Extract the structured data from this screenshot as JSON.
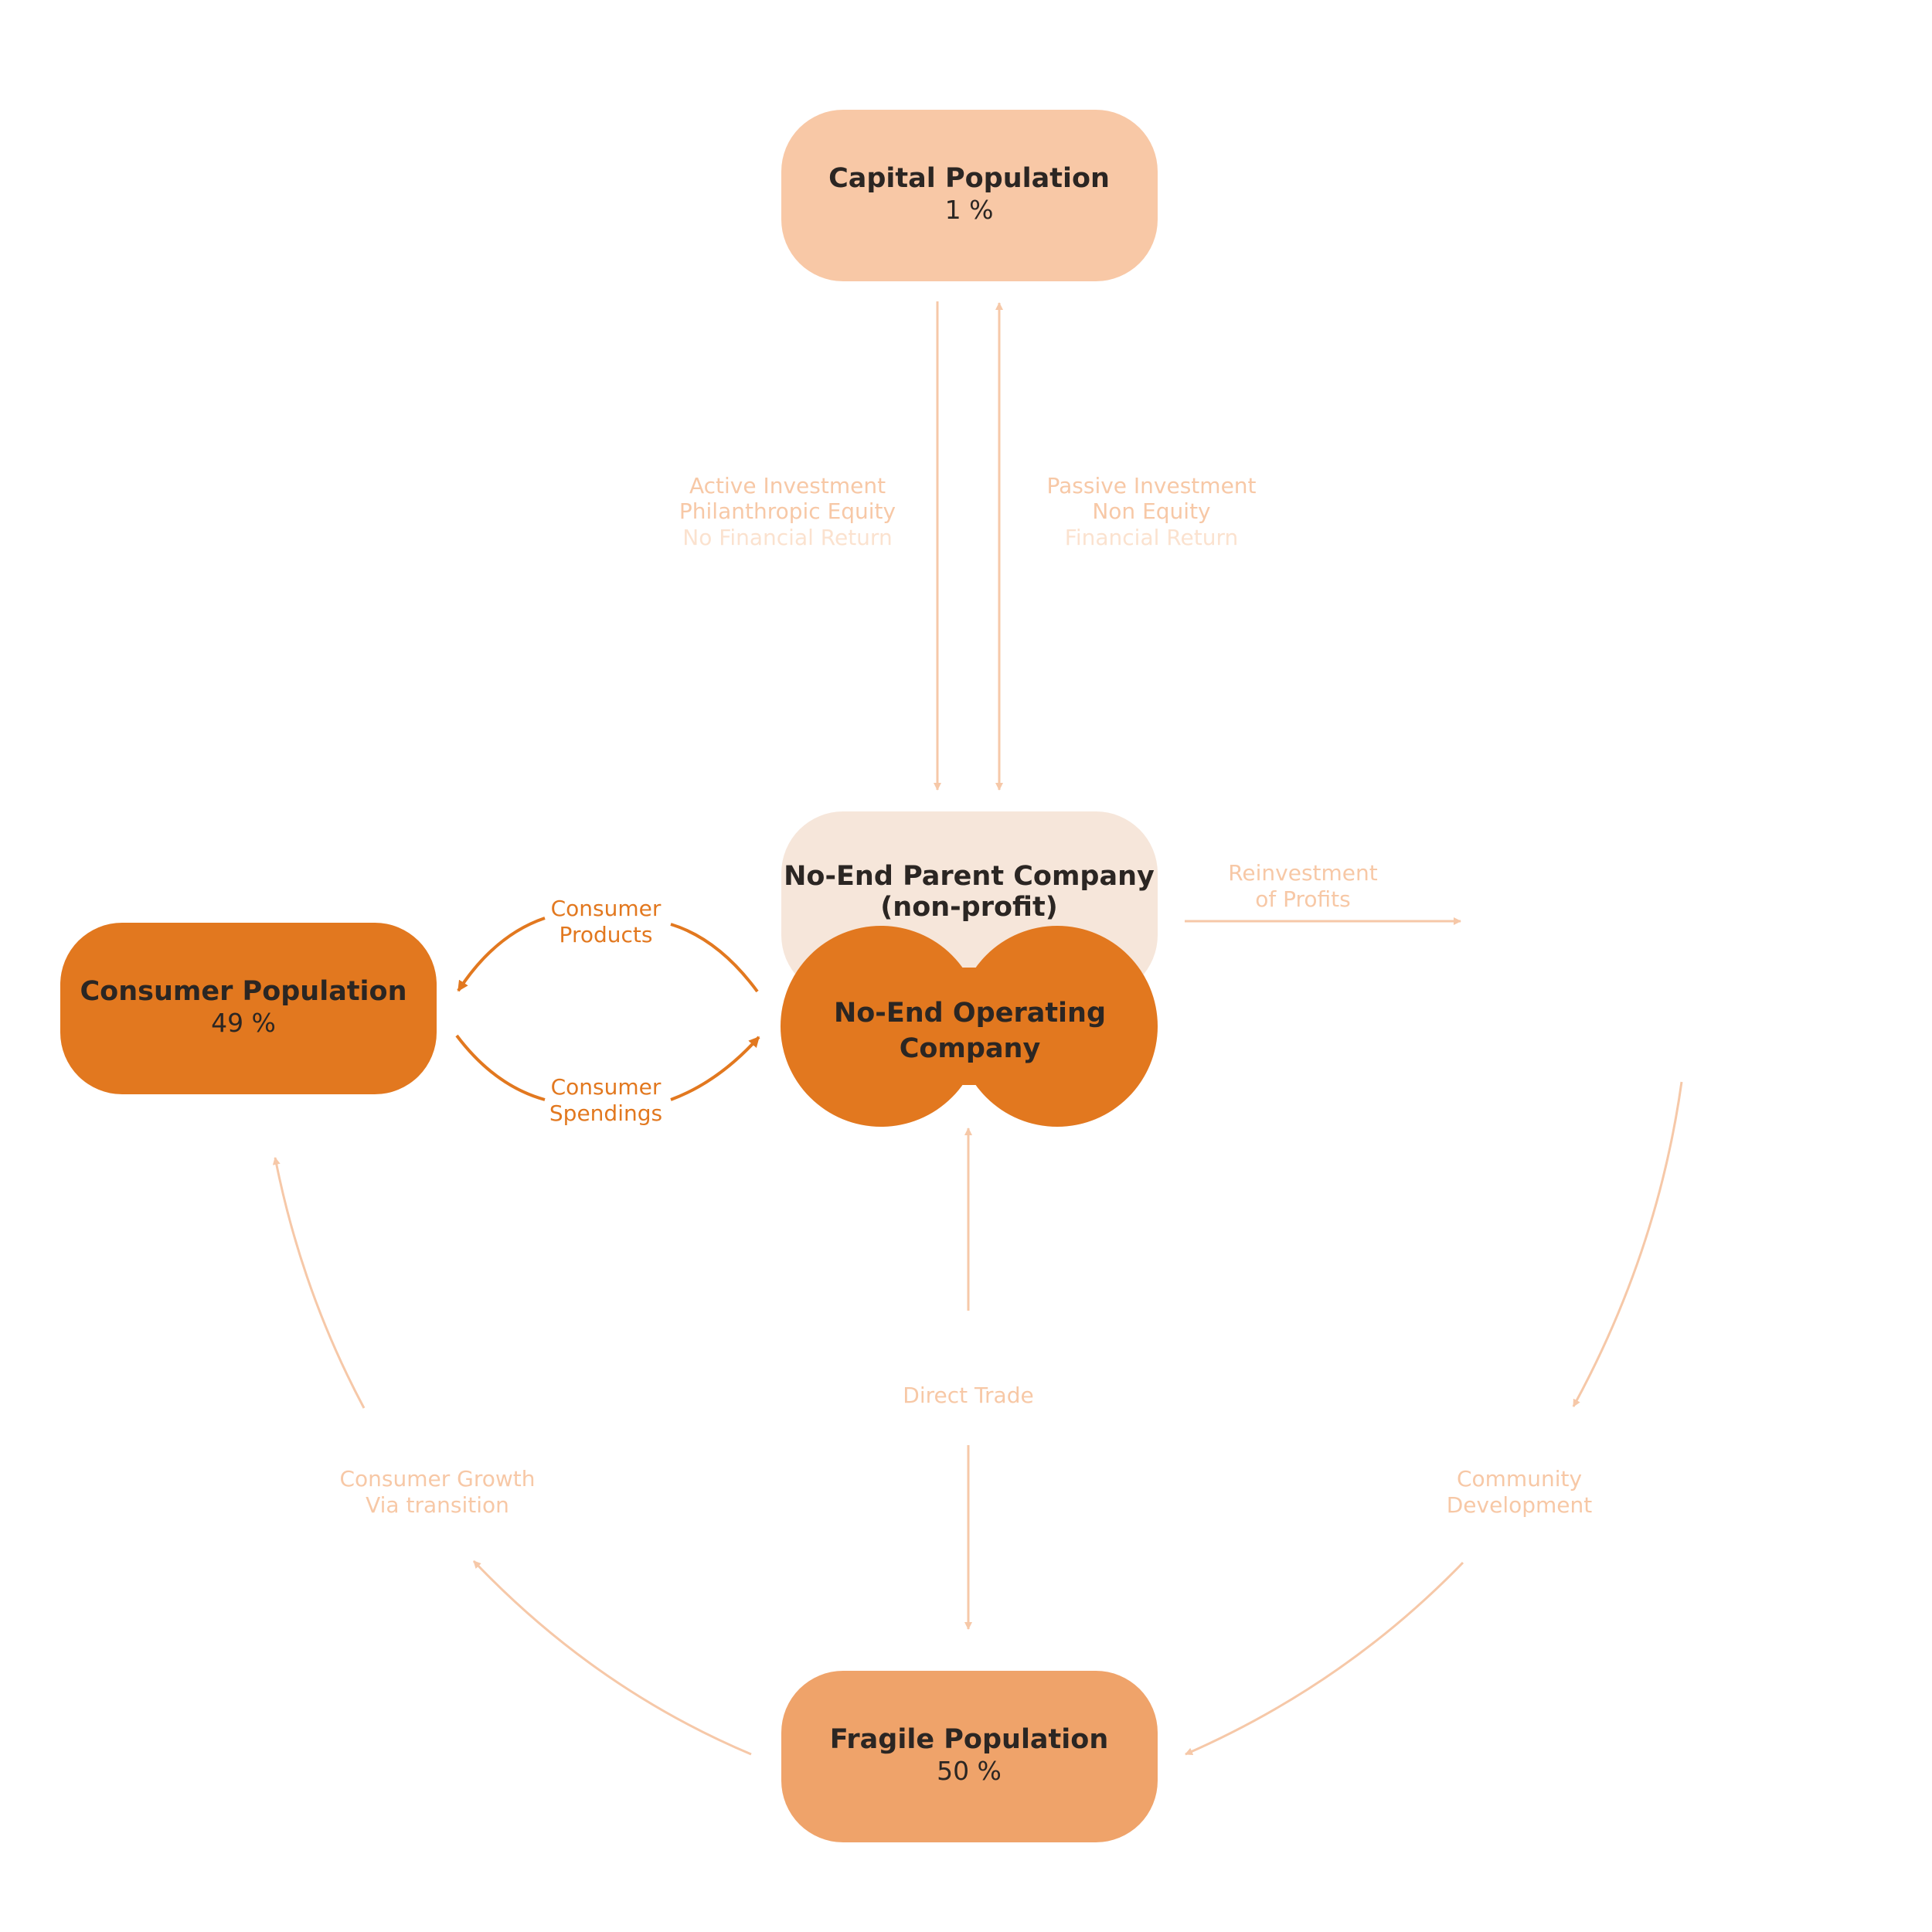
{
  "colors": {
    "capital_box": "#f8c8a6",
    "parent_box": "#f6e6da",
    "operating_shape": "#e2781f",
    "consumer_box": "#e2781f",
    "fragile_box": "#efa36a",
    "light_arrow": "#f6c8a8",
    "dark_arrow": "#e2781f",
    "title_text": "#2b2623"
  },
  "nodes": {
    "capital": {
      "title": "Capital Population",
      "pct": "1 %"
    },
    "parent": {
      "title_line1": "No-End Parent Company",
      "title_line2": "(non-profit)"
    },
    "operating": {
      "title_line1": "No-End Operating",
      "title_line2": "Company"
    },
    "consumer": {
      "title": "Consumer Population",
      "pct": "49 %"
    },
    "fragile": {
      "title": "Fragile Population",
      "pct": "50 %"
    }
  },
  "flows": {
    "active": {
      "line1": "Active Investment",
      "line2": "Philanthropic Equity",
      "line3": "No Financial Return"
    },
    "passive": {
      "line1": "Passive Investment",
      "line2": "Non Equity",
      "line3": "Financial Return"
    },
    "reinvestment": {
      "line1": "Reinvestment",
      "line2": "of Profits"
    },
    "products": {
      "line1": "Consumer",
      "line2": "Products"
    },
    "spendings": {
      "line1": "Consumer",
      "line2": "Spendings"
    },
    "direct_trade": {
      "line1": "Direct Trade"
    },
    "community": {
      "line1": "Community",
      "line2": "Development"
    },
    "growth": {
      "line1": "Consumer Growth",
      "line2": "Via transition"
    }
  }
}
